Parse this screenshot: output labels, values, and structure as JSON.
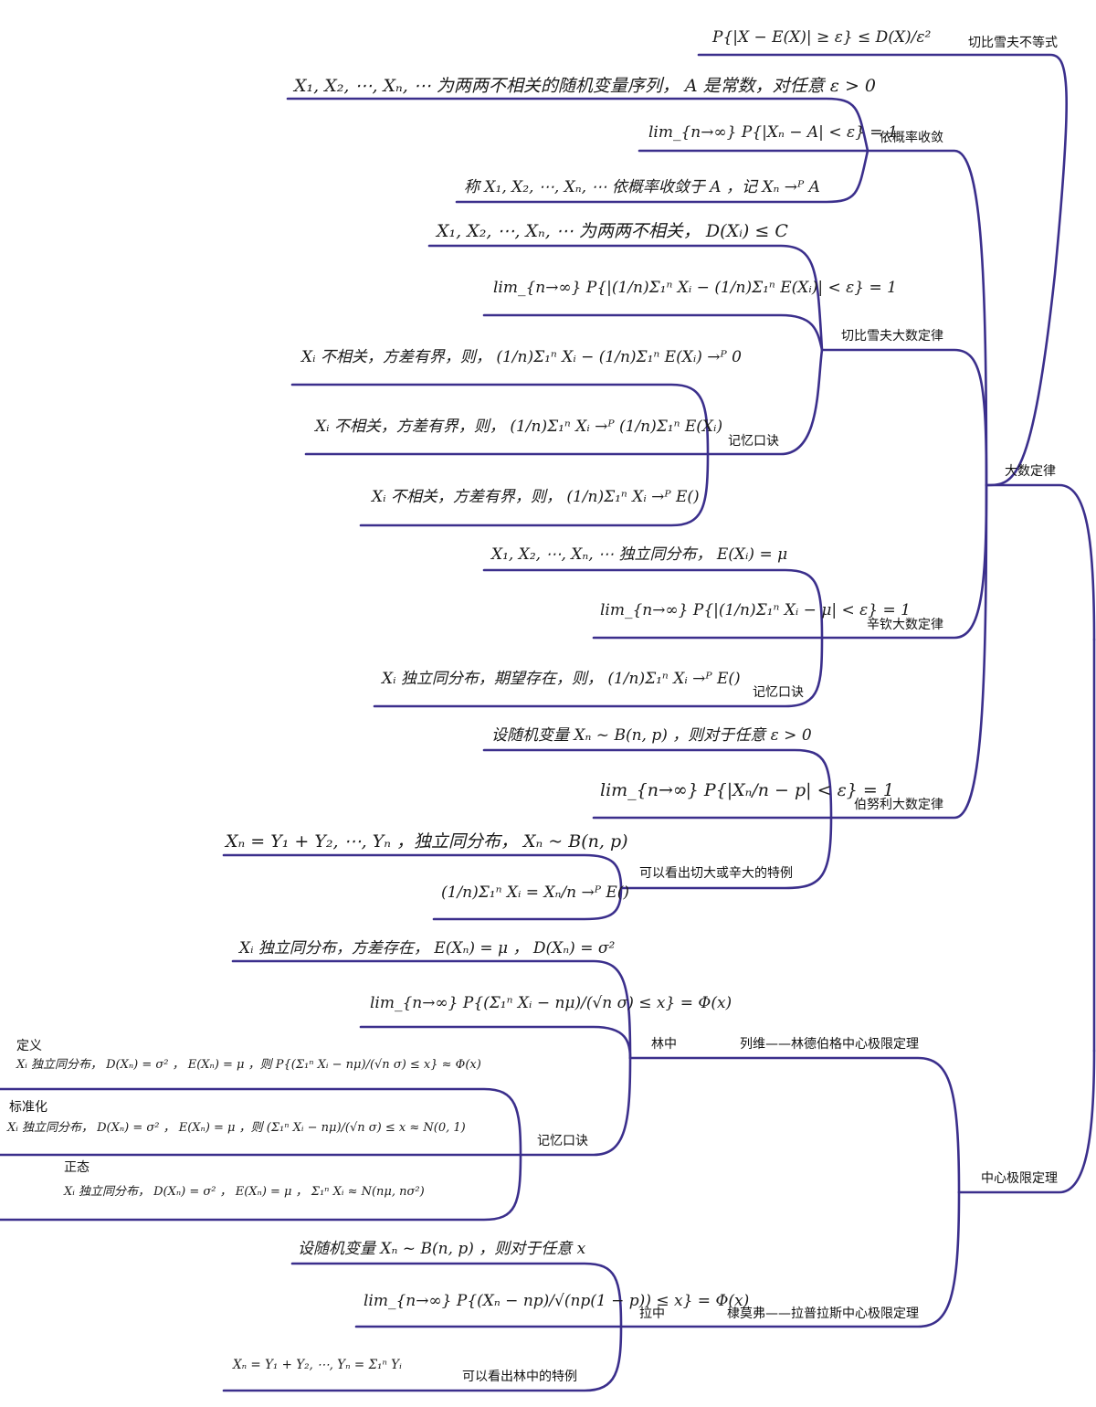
{
  "line_color": "#3b2f8c",
  "nodes": {
    "dashuding": "大数定律",
    "zhongxin": "中心极限定理",
    "qiebixuefu_budengshi": "切比雪夫不等式",
    "yigailv": "依概率收敛",
    "qiebi_dashu": "切比雪夫大数定律",
    "qiebi_jiyi": "记忆口诀",
    "xinqin": "辛钦大数定律",
    "xinqin_jiyi": "记忆口诀",
    "bonuli": "伯努利大数定律",
    "bonuli_tell": "可以看出切大或辛大的特例",
    "liewei": "列维——林德伯格中心极限定理",
    "linzhong": "林中",
    "lin_jiyi": "记忆口诀",
    "dingyi": "定义",
    "biaozhun": "标准化",
    "zhengtai": "正态",
    "dimo": "棣莫弗——拉普拉斯中心极限定理",
    "lazhong": "拉中",
    "la_tell": "可以看出林中的特例"
  },
  "formulas": {
    "chebyshev": "P{|X − E(X)| ≥ ε} ≤ D(X)/ε²",
    "conv_1": "X₁, X₂, ⋯, Xₙ, ⋯ 为两两不相关的随机变量序列， A 是常数，对任意 ε > 0",
    "conv_2": "lim_{n→∞} P{|Xₙ − A| < ε} = 1",
    "conv_3": "称 X₁, X₂, ⋯, Xₙ, ⋯ 依概率收敛于 A ，记 Xₙ →ᴾ A",
    "cheb_law_1": "X₁, X₂, ⋯, Xₙ, ⋯ 为两两不相关， D(Xᵢ) ≤ C",
    "cheb_law_2": "lim_{n→∞} P{|(1/n)Σ₁ⁿ Xᵢ − (1/n)Σ₁ⁿ E(Xᵢ)| < ε} = 1",
    "cheb_law_3": "Xᵢ 不相关，方差有界，则， (1/n)Σ₁ⁿ Xᵢ − (1/n)Σ₁ⁿ E(Xᵢ) →ᴾ 0",
    "cheb_mem_1": "Xᵢ 不相关，方差有界，则， (1/n)Σ₁ⁿ Xᵢ →ᴾ (1/n)Σ₁ⁿ E(Xᵢ)",
    "cheb_mem_2": "Xᵢ 不相关，方差有界，则， (1/n)Σ₁ⁿ Xᵢ →ᴾ E()",
    "khin_1": "X₁, X₂, ⋯, Xₙ, ⋯ 独立同分布， E(Xᵢ) = μ",
    "khin_2": "lim_{n→∞} P{|(1/n)Σ₁ⁿ Xᵢ − μ| < ε} = 1",
    "khin_mem": "Xᵢ 独立同分布，期望存在，则， (1/n)Σ₁ⁿ Xᵢ →ᴾ E()",
    "bern_1": "设随机变量 Xₙ ~ B(n, p) ，则对于任意 ε > 0",
    "bern_2": "lim_{n→∞} P{|Xₙ/n − p| < ε} = 1",
    "bern_3": "Xₙ = Y₁ + Y₂, ⋯, Yₙ ，独立同分布， Xₙ ~ B(n, p)",
    "bern_4": "(1/n)Σ₁ⁿ Xᵢ = Xₙ/n →ᴾ E()",
    "lind_1": "Xᵢ 独立同分布，方差存在， E(Xₙ) = μ ， D(Xₙ) = σ²",
    "lind_2": "lim_{n→∞} P{(Σ₁ⁿ Xᵢ − nμ)/(√n σ) ≤ x} = Φ(x)",
    "lind_def": "Xᵢ 独立同分布， D(Xₙ) = σ² ， E(Xₙ) = μ ，则 P{(Σ₁ⁿ Xᵢ − nμ)/(√n σ) ≤ x} ≈ Φ(x)",
    "lind_std": "Xᵢ 独立同分布， D(Xₙ) = σ² ， E(Xₙ) = μ ，则 (Σ₁ⁿ Xᵢ − nμ)/(√n σ) ≤ x ≈ N(0, 1)",
    "lind_norm": "Xᵢ 独立同分布， D(Xₙ) = σ² ， E(Xₙ) = μ ， Σ₁ⁿ Xᵢ ≈ N(nμ, nσ²)",
    "dml_1": "设随机变量 Xₙ ~ B(n, p) ，则对于任意 x",
    "dml_2": "lim_{n→∞} P{(Xₙ − np)/√(np(1 − p)) ≤ x} = Φ(x)",
    "dml_3": "Xₙ = Y₁ + Y₂, ⋯, Yₙ = Σ₁ⁿ Yᵢ"
  }
}
